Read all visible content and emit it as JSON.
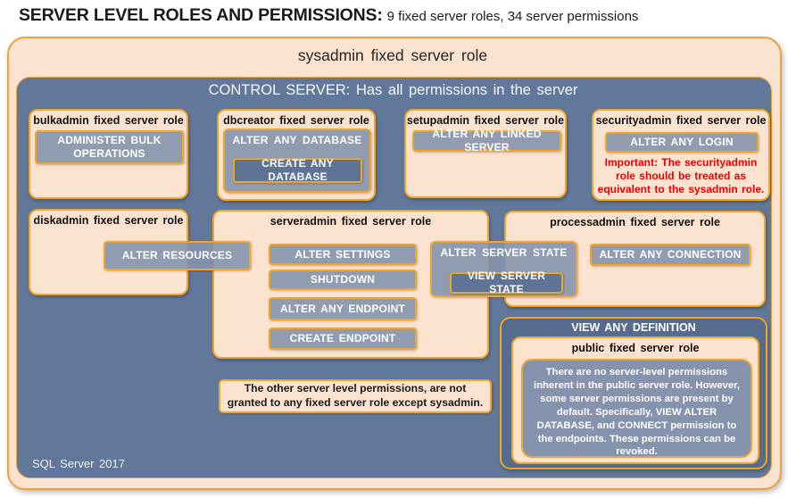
{
  "title": {
    "main": "SERVER LEVEL ROLES AND PERMISSIONS:",
    "subtitle": "9 fixed server roles, 34 server permissions"
  },
  "sysadmin": {
    "label": "sysadmin fixed server role"
  },
  "control_server": {
    "label": "CONTROL SERVER: Has all permissions in the server"
  },
  "roles": {
    "bulkadmin": {
      "title": "bulkadmin fixed server role",
      "permission": "ADMINISTER BULK OPERATIONS"
    },
    "dbcreator": {
      "title": "dbcreator fixed server role",
      "parent_permission": "ALTER ANY DATABASE",
      "child_permission": "CREATE ANY DATABASE"
    },
    "setupadmin": {
      "title": "setupadmin fixed server role",
      "permission": "ALTER ANY LINKED SERVER"
    },
    "securityadmin": {
      "title": "securityadmin fixed server role",
      "permission": "ALTER ANY LOGIN",
      "warning": "Important: The securityadmin role should be treated as equivalent to the sysadmin role."
    },
    "diskadmin": {
      "title": "diskadmin fixed server role",
      "permission": "ALTER RESOURCES"
    },
    "serveradmin": {
      "title": "serveradmin fixed server role",
      "permissions": [
        "ALTER SETTINGS",
        "SHUTDOWN",
        "ALTER ANY ENDPOINT",
        "CREATE ENDPOINT"
      ]
    },
    "shared_serveradmin_processadmin": {
      "parent_permission": "ALTER SERVER STATE",
      "child_permission": "VIEW SERVER STATE"
    },
    "processadmin": {
      "title": "processadmin fixed server role",
      "permission": "ALTER ANY CONNECTION"
    },
    "public": {
      "container_permission": "VIEW ANY DEFINITION",
      "title": "public fixed server role",
      "description": "There are no server-level permissions inherent in the public server role. However, some server permissions are present by default. Specifically, VIEW ALTER DATABASE, and CONNECT permission to the endpoints. These permissions can be revoked."
    }
  },
  "footnote": "The other server level permissions, are not granted to any fixed server role except sysadmin.",
  "footer": "SQL Server 2017",
  "colors": {
    "gold_border": "#F0A428",
    "peach_fill": "#FBE3D0",
    "slate_fill": "#61789B",
    "slate_dark_fill": "#546C8E",
    "permission_fill": "#8593AD",
    "permission_dark_fill": "#5E7495",
    "warning_red": "#EE0000"
  }
}
